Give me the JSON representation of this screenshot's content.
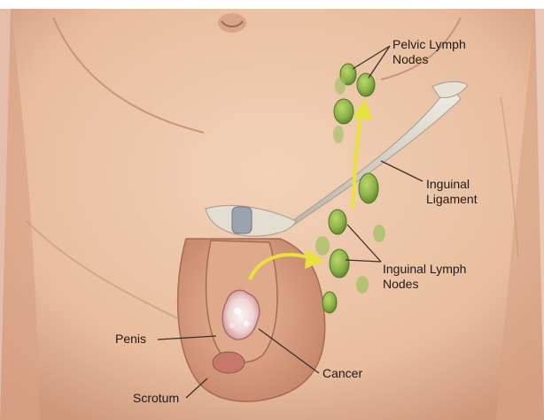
{
  "labels": {
    "pelvic_lymph_nodes": [
      "Pelvic Lymph",
      "Nodes"
    ],
    "inguinal_ligament": [
      "Inguinal",
      "Ligament"
    ],
    "inguinal_lymph_nodes": [
      "Inguinal Lymph",
      "Nodes"
    ],
    "penis": "Penis",
    "cancer": "Cancer",
    "scrotum": "Scrotum"
  },
  "colors": {
    "skin": "#ecc3a4",
    "skin_shadow": "#c98f72",
    "lymph_node": "#8fb64a",
    "lymph_node_dark": "#5f8a2b",
    "arrow": "#e8e23c",
    "ligament": "#ddd8cc",
    "tumor": "#f2e8ea"
  }
}
